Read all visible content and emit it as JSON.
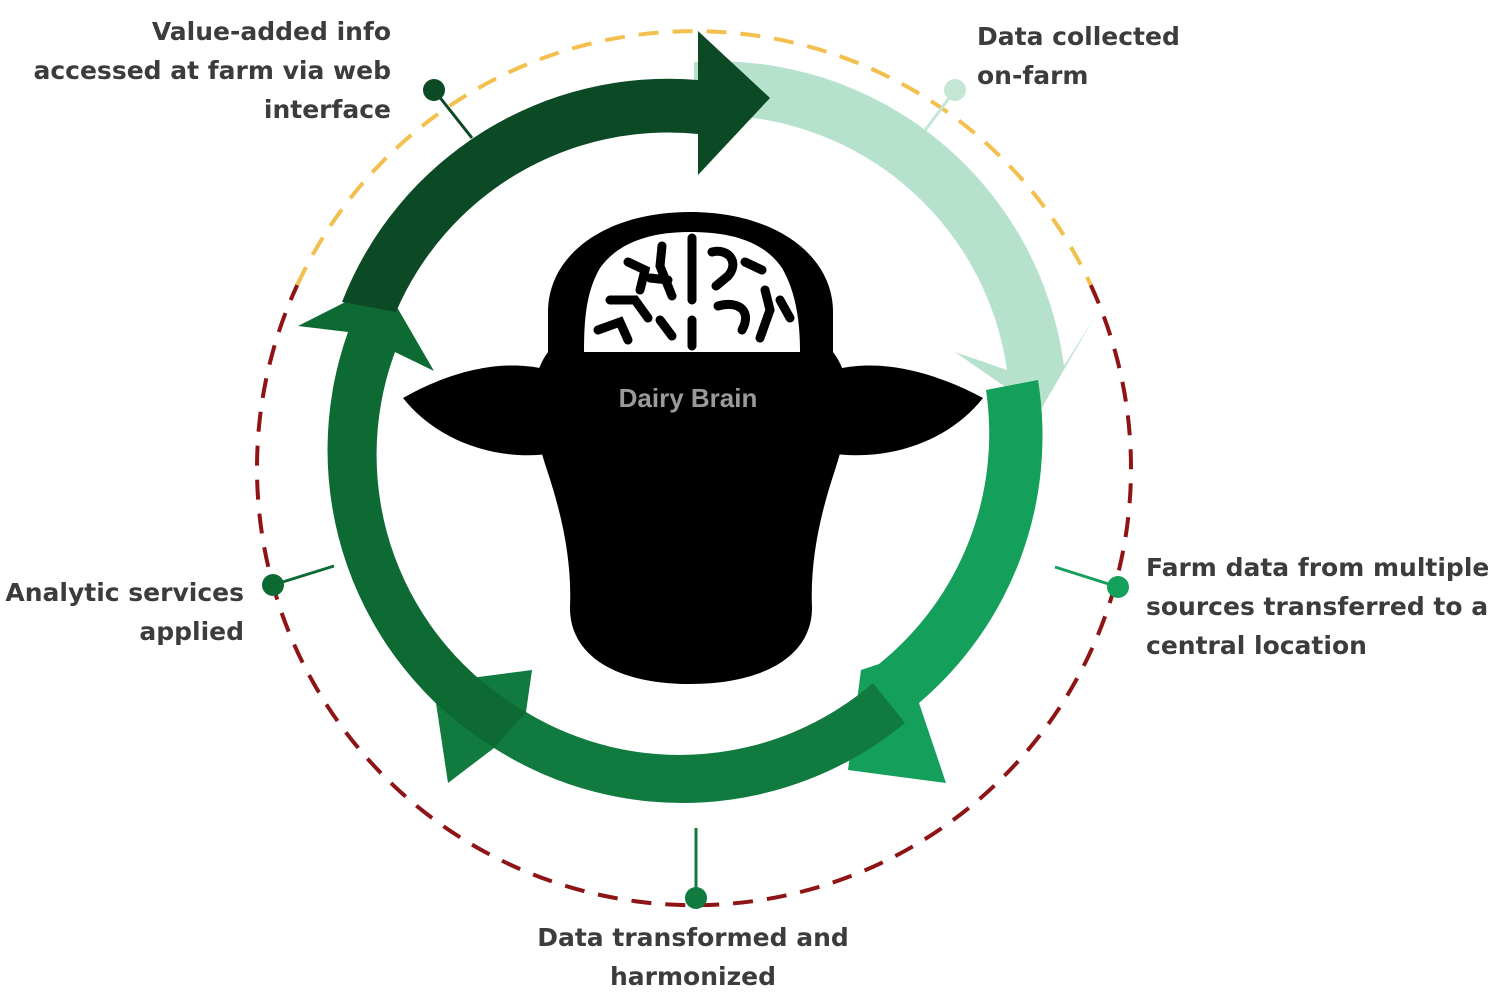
{
  "diagram": {
    "center_title": "Dairy Brain",
    "steps": [
      {
        "id": "data-collected",
        "lines": [
          "Data collected",
          "on-farm"
        ]
      },
      {
        "id": "farm-data",
        "lines": [
          "Farm data from multiple",
          "sources transferred to a",
          "central location"
        ]
      },
      {
        "id": "transformed",
        "lines": [
          "Data transformed and",
          "harmonized"
        ]
      },
      {
        "id": "analytic",
        "lines": [
          "Analytic services",
          "applied"
        ]
      },
      {
        "id": "value-added",
        "lines": [
          "Value-added info",
          "accessed at farm via web",
          "interface"
        ]
      }
    ],
    "colors": {
      "arrow_darkest": "#0b4a24",
      "arrow_dark": "#0e6a33",
      "arrow_medium": "#117a3f",
      "arrow_bright": "#14a05a",
      "arrow_light": "#b6e2cd",
      "connector_pale": "#c4e6d4",
      "dashed_gold": "#f3c04f",
      "dashed_red": "#8e1416",
      "silhouette": "#000000",
      "center_text": "#9a9a9a",
      "label_text": "#3c3c3c"
    }
  }
}
